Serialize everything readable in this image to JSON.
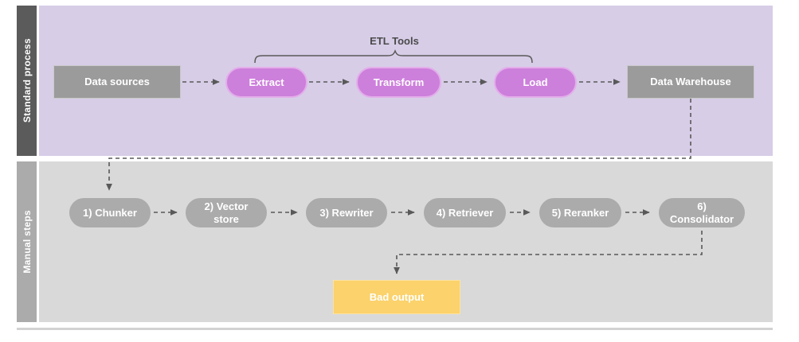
{
  "diagram": {
    "lanes": {
      "standard": {
        "label": "Standard process"
      },
      "manual": {
        "label": "Manual steps"
      }
    },
    "etl_group": {
      "label": "ETL Tools"
    },
    "standard_nodes": [
      {
        "label": "Data sources",
        "kind": "box"
      },
      {
        "label": "Extract",
        "kind": "pill"
      },
      {
        "label": "Transform",
        "kind": "pill"
      },
      {
        "label": "Load",
        "kind": "pill"
      },
      {
        "label": "Data Warehouse",
        "kind": "box"
      }
    ],
    "manual_nodes": [
      {
        "label": "1) Chunker"
      },
      {
        "label": "2) Vector store"
      },
      {
        "label": "3) Rewriter"
      },
      {
        "label": "4) Retriever"
      },
      {
        "label": "5) Reranker"
      },
      {
        "label": "6) Consolidator"
      }
    ],
    "output_node": {
      "label": "Bad output"
    },
    "colors": {
      "lane_standard_bg": "#d7cde7",
      "lane_standard_strip": "#5b5b5b",
      "lane_manual_bg": "#d9d9d9",
      "lane_manual_strip": "#ababab",
      "node_gray": "#9b9b9b",
      "pill_purple": "#cd7fdc",
      "pill_gray": "#ababab",
      "output_yellow": "#fbd26b",
      "connector": "#595959",
      "label_text": "#4a4a4a"
    }
  }
}
